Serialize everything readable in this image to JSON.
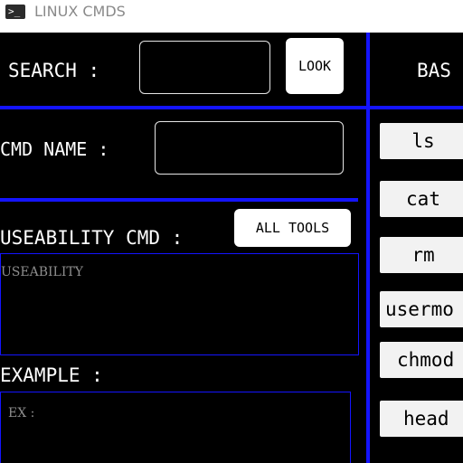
{
  "window": {
    "title": "LINUX CMDS",
    "icon": "terminal-icon"
  },
  "search": {
    "label": "SEARCH :",
    "value": "",
    "button_label": "LOOK"
  },
  "cmd_name": {
    "label": "CMD NAME :",
    "value": ""
  },
  "useability": {
    "label": "USEABILITY CMD :",
    "button_label": "ALL TOOLS",
    "placeholder": "USEABILITY"
  },
  "example": {
    "label": "EXAMPLE :",
    "placeholder": "EX :"
  },
  "basic": {
    "header": "BAS"
  },
  "commands": [
    {
      "label": "ls"
    },
    {
      "label": "cat"
    },
    {
      "label": "rm"
    },
    {
      "label": "usermo"
    },
    {
      "label": "chmod"
    },
    {
      "label": "head"
    }
  ],
  "colors": {
    "accent": "#1414ff",
    "background": "#000000",
    "button": "#ffffff",
    "placeholder": "#8d8d8d"
  }
}
